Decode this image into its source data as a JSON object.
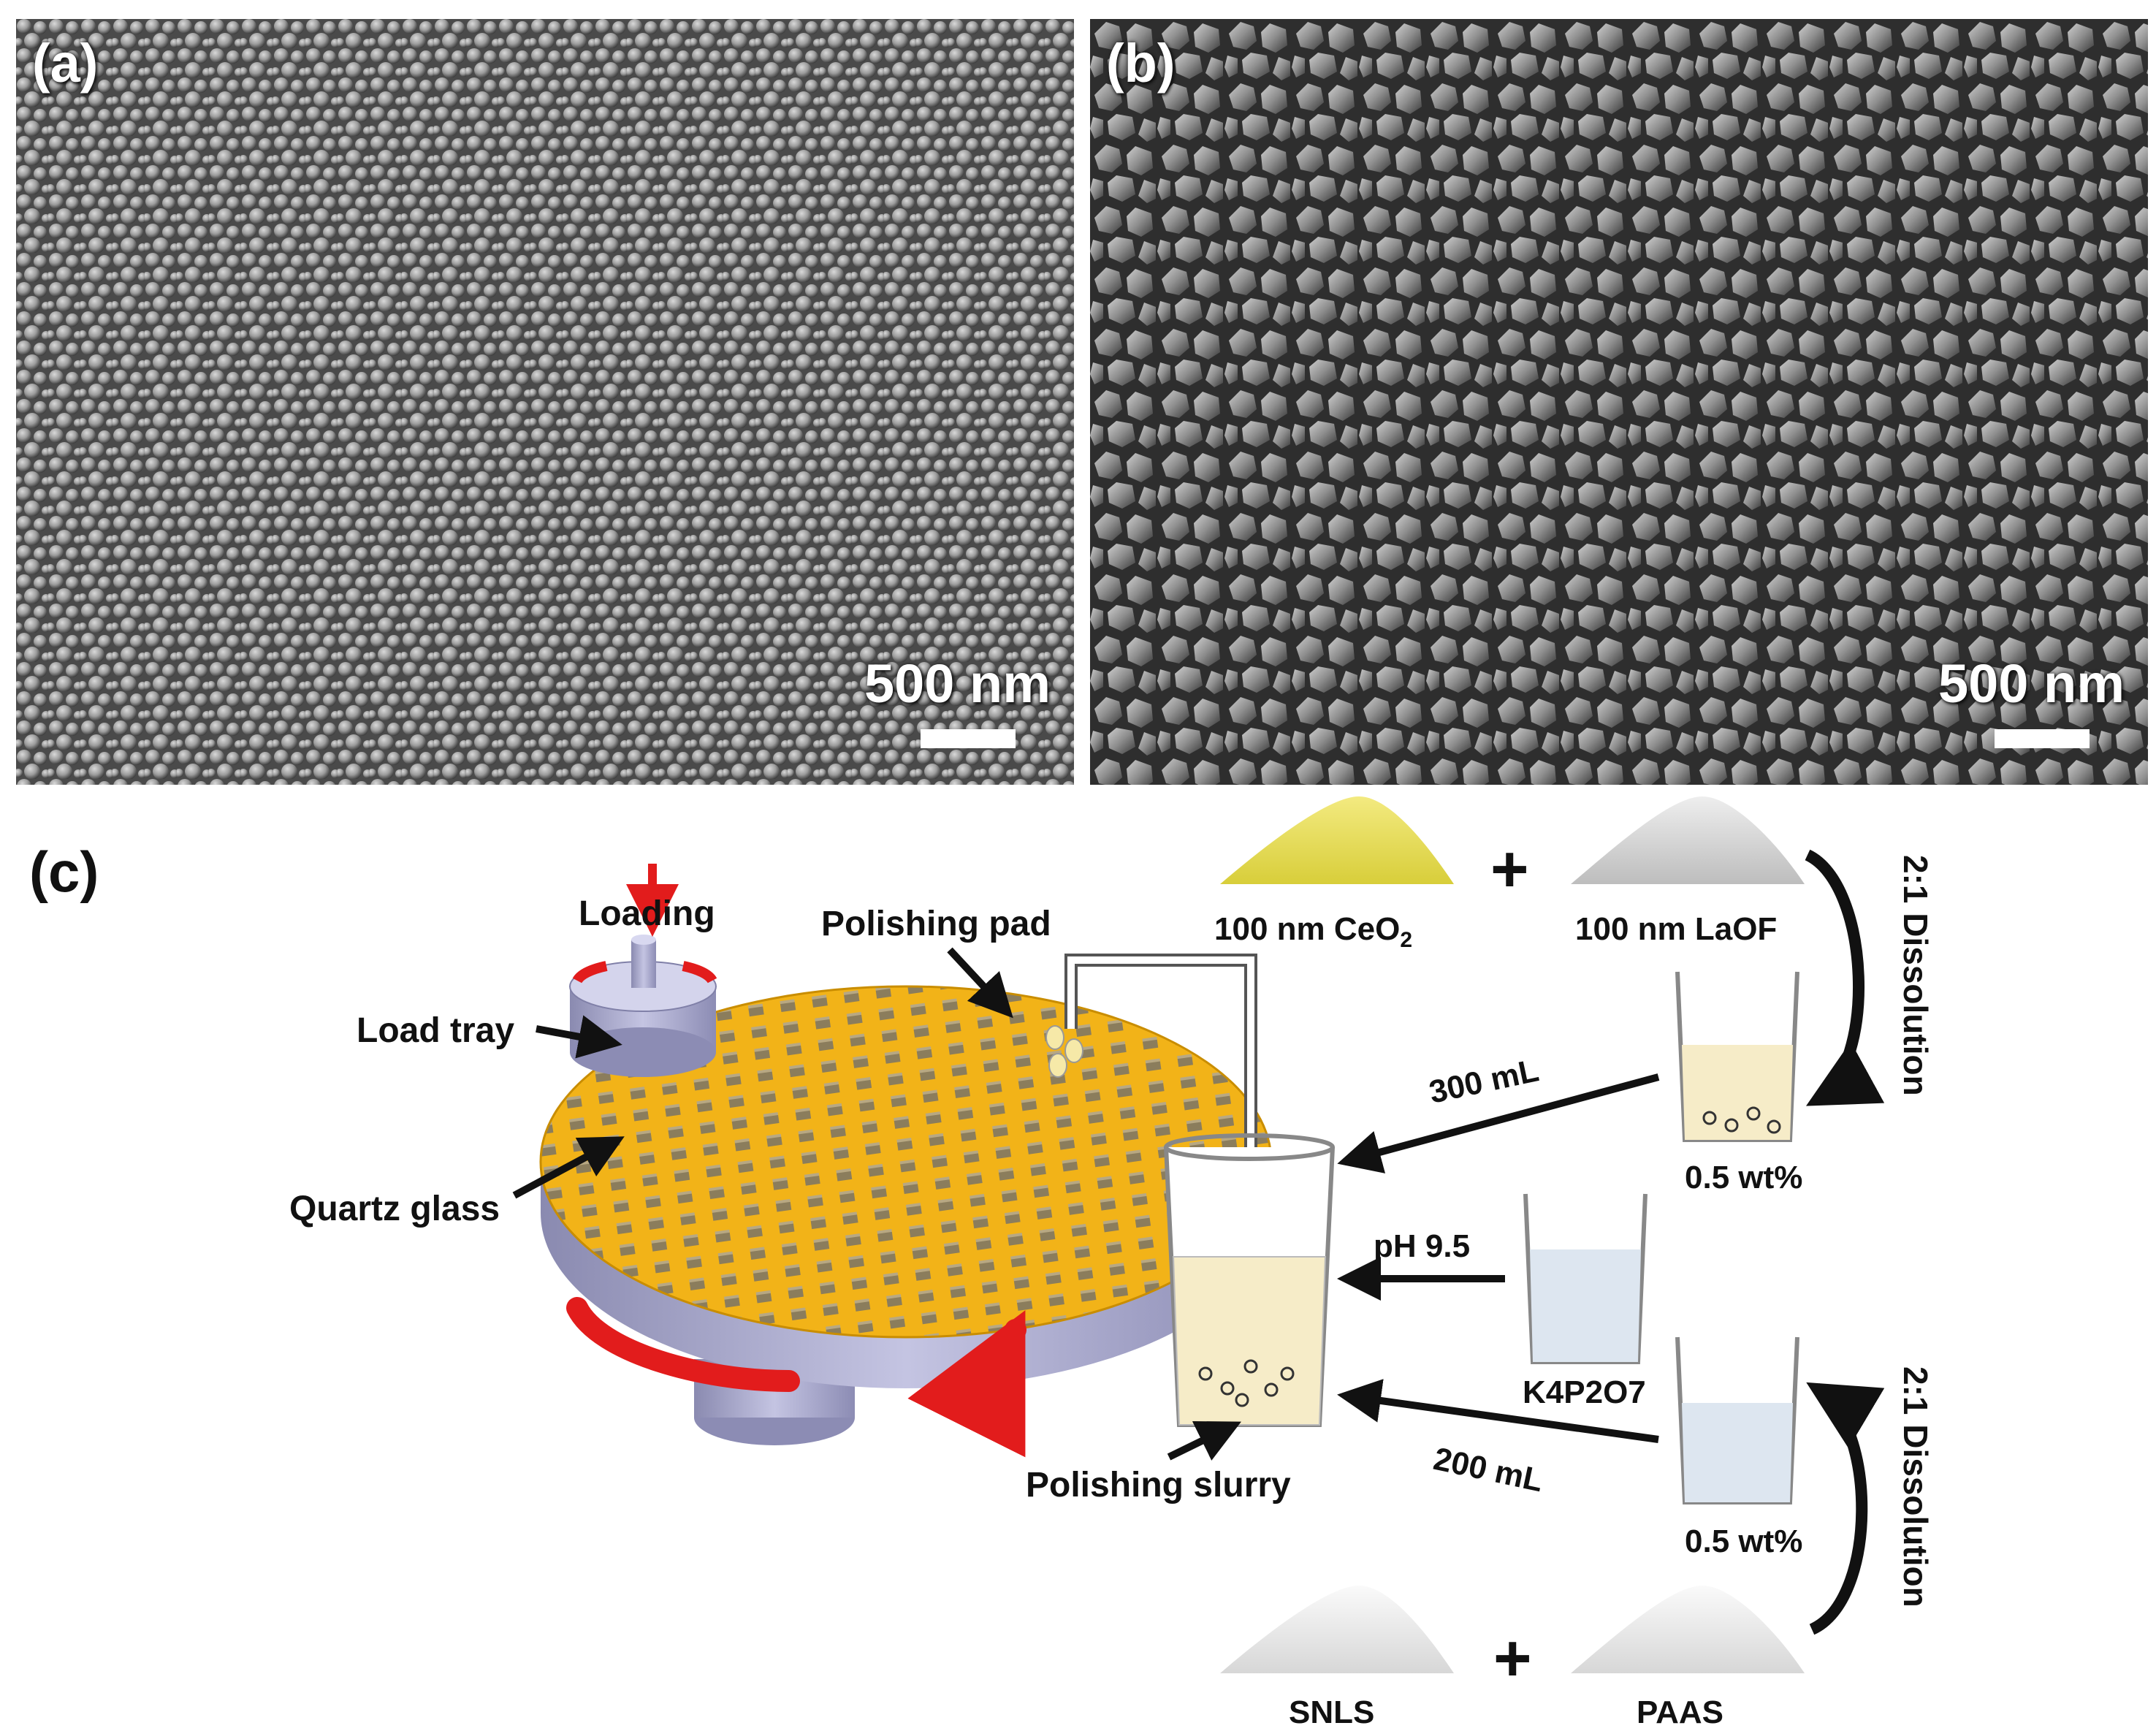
{
  "panels": [
    {
      "label": "(a)",
      "scale": "500 nm"
    },
    {
      "label": "(b)",
      "scale": "500 nm"
    }
  ],
  "diagram": {
    "label": "(c)",
    "loading": "Loading",
    "load_tray": "Load tray",
    "polishing_pad": "Polishing pad",
    "quartz_glass": "Quartz glass",
    "polishing_slurry": "Polishing slurry",
    "ceo2": "100 nm CeO",
    "ceo2_sub": "2",
    "laof": "100 nm LaOF",
    "plus": "+",
    "dissolution_top": "2:1 Dissolution",
    "dissolution_bottom": "2:1 Dissolution",
    "vol_300": "300 mL",
    "vol_200": "200 mL",
    "wt_top": "0.5 wt%",
    "wt_bottom": "0.5 wt%",
    "ph": "pH 9.5",
    "k4p2o7": "K4P2O7",
    "snls": "SNLS",
    "paas": "PAAS"
  }
}
